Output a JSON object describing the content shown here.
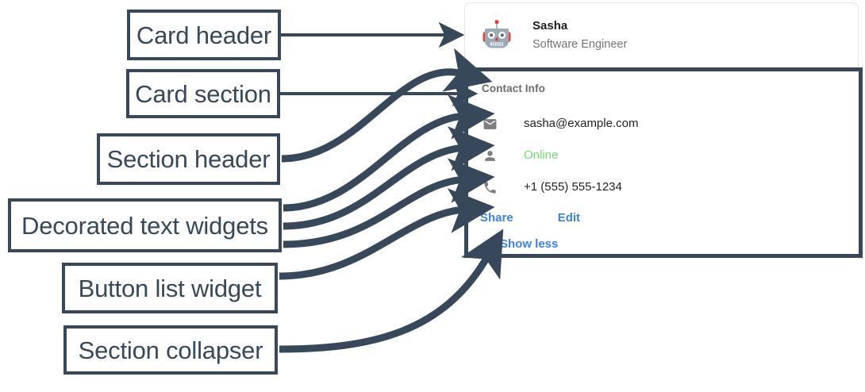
{
  "annotations": [
    {
      "id": "card-header",
      "label": "Card header"
    },
    {
      "id": "card-section",
      "label": "Card section"
    },
    {
      "id": "section-header",
      "label": "Section header"
    },
    {
      "id": "decorated-text",
      "label": "Decorated text widgets"
    },
    {
      "id": "button-list",
      "label": "Button list widget"
    },
    {
      "id": "section-collapser",
      "label": "Section collapser"
    }
  ],
  "card": {
    "header": {
      "avatar_icon": "robot-avatar-icon",
      "title": "Sasha",
      "subtitle": "Software Engineer"
    },
    "section": {
      "header": "Contact Info",
      "rows": [
        {
          "icon": "email-icon",
          "text": "sasha@example.com",
          "style": "default"
        },
        {
          "icon": "person-icon",
          "text": "Online",
          "style": "online"
        },
        {
          "icon": "phone-icon",
          "text": "+1 (555) 555-1234",
          "style": "default"
        }
      ],
      "buttons": [
        {
          "label": "Share"
        },
        {
          "label": "Edit"
        }
      ],
      "collapser": {
        "label": "Show less"
      }
    }
  },
  "colors": {
    "annotation_stroke": "#36485a",
    "link_blue": "#3b82e8",
    "status_green": "#6fdd72",
    "icon_gray": "#7d7d7d",
    "section_header_gray": "#6d6d6d",
    "subtitle_gray": "#757575",
    "text_dark": "#1f1f1f",
    "card_border": "#e4e4e4"
  }
}
